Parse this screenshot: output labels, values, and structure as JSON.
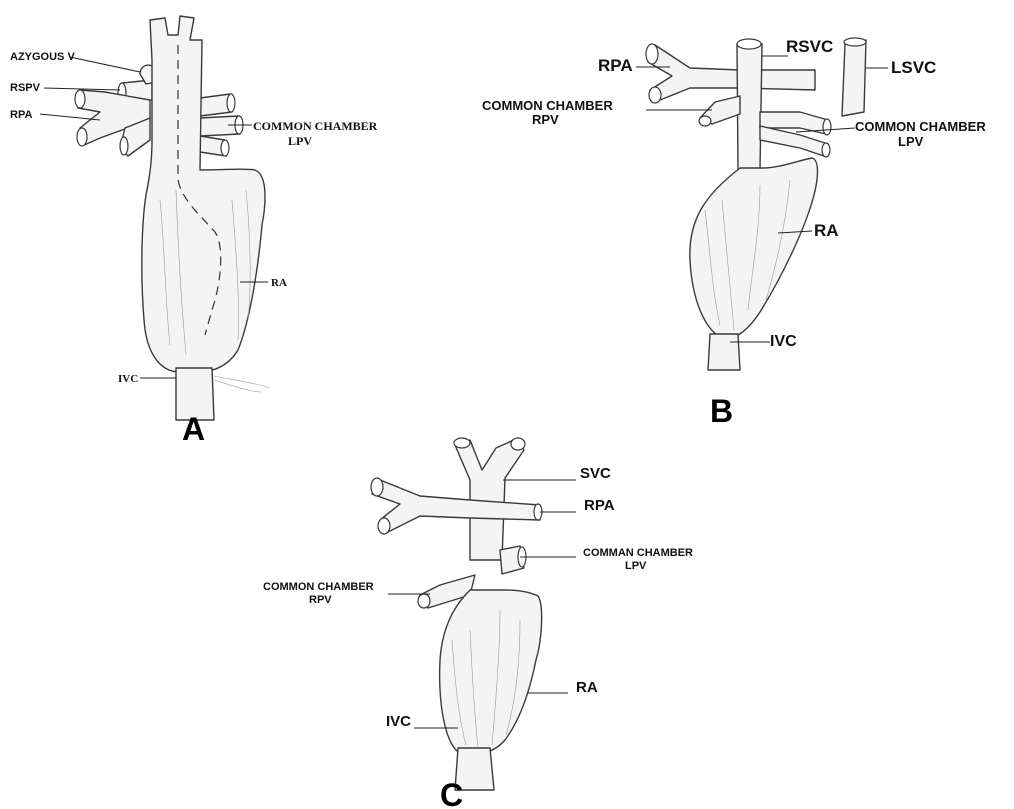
{
  "panels": {
    "a": {
      "letter": "A",
      "labels": {
        "azygous": "AZYGOUS V",
        "rspv": "RSPV",
        "rpa": "RPA",
        "common_chamber": "COMMON CHAMBER",
        "lpv": "LPV",
        "ra": "RA",
        "ivc": "IVC"
      }
    },
    "b": {
      "letter": "B",
      "labels": {
        "rpa": "RPA",
        "rsvc": "RSVC",
        "lsvc": "LSVC",
        "cc_rpv_line1": "COMMON CHAMBER",
        "cc_rpv_line2": "RPV",
        "cc_lpv_line1": "COMMON CHAMBER",
        "cc_lpv_line2": "LPV",
        "ra": "RA",
        "ivc": "IVC"
      }
    },
    "c": {
      "letter": "C",
      "labels": {
        "svc": "SVC",
        "rpa": "RPA",
        "comman_line1": "COMMAN CHAMBER",
        "comman_line2": "LPV",
        "cc_rpv_line1": "COMMON CHAMBER",
        "cc_rpv_line2": "RPV",
        "ra": "RA",
        "ivc": "IVC"
      }
    }
  }
}
